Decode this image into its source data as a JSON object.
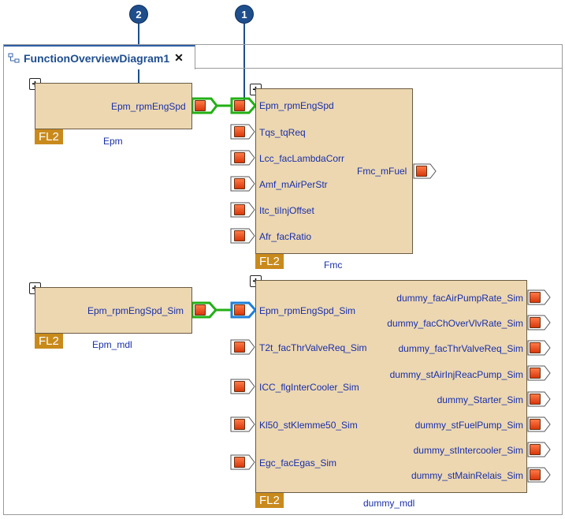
{
  "callouts": [
    {
      "number": "2"
    },
    {
      "number": "1"
    }
  ],
  "tab": {
    "icon": "diagram-icon",
    "title": "FunctionOverviewDiagram1",
    "close": "✕"
  },
  "colors": {
    "block_fill": "#ecd7b1",
    "fl2_badge": "#c98a1c",
    "port_fill": "#e94e1b",
    "label_text": "#1a2fa8",
    "connection_green": "#22b014",
    "selected_blue": "#1e7fd8",
    "callout": "#1f4e8c"
  },
  "blocks": {
    "epm": {
      "badge": "FL2",
      "name": "Epm",
      "outputs": [
        "Epm_rpmEngSpd"
      ]
    },
    "fmc": {
      "badge": "FL2",
      "name": "Fmc",
      "inputs": [
        "Epm_rpmEngSpd",
        "Tqs_tqReq",
        "Lcc_facLambdaCorr",
        "Amf_mAirPerStr",
        "Itc_tiInjOffset",
        "Afr_facRatio"
      ],
      "outputs": [
        "Fmc_mFuel"
      ]
    },
    "epm_mdl": {
      "badge": "FL2",
      "name": "Epm_mdl",
      "outputs": [
        "Epm_rpmEngSpd_Sim"
      ]
    },
    "dummy_mdl": {
      "badge": "FL2",
      "name": "dummy_mdl",
      "inputs": [
        "Epm_rpmEngSpd_Sim",
        "T2t_facThrValveReq_Sim",
        "ICC_flgInterCooler_Sim",
        "Kl50_stKlemme50_Sim",
        "Egc_facEgas_Sim"
      ],
      "outputs": [
        "dummy_facAirPumpRate_Sim",
        "dummy_facChOverVlvRate_Sim",
        "dummy_facThrValveReq_Sim",
        "dummy_stAirInjReacPump_Sim",
        "dummy_Starter_Sim",
        "dummy_stFuelPump_Sim",
        "dummy_stIntercooler_Sim",
        "dummy_stMainRelais_Sim"
      ]
    }
  }
}
